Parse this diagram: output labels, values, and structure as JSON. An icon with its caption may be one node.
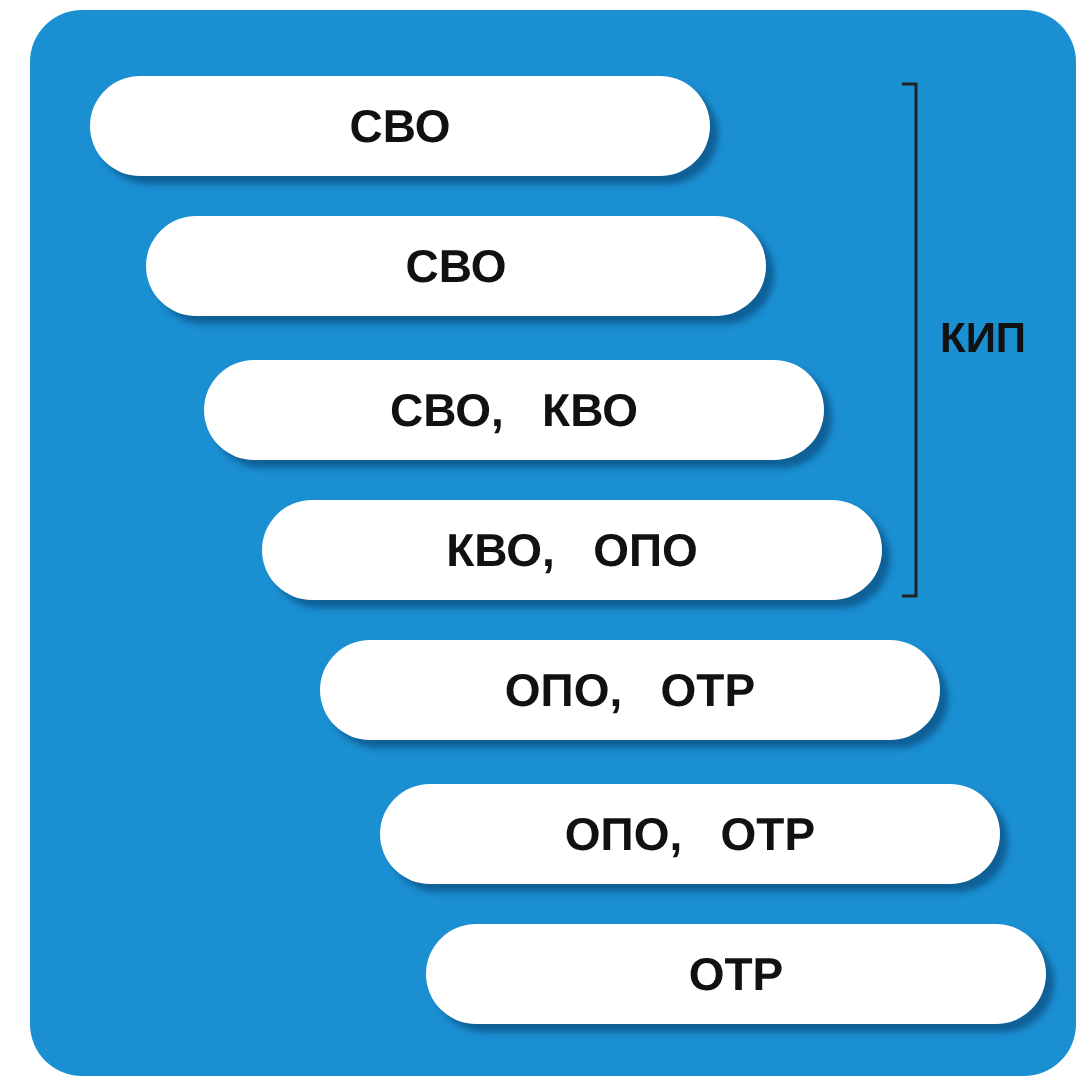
{
  "diagram": {
    "nodes": [
      {
        "text": [
          "СВО"
        ]
      },
      {
        "text": [
          "СВО"
        ]
      },
      {
        "text": [
          "СВО,   КВО"
        ]
      },
      {
        "text": [
          "КВО,   ОПО"
        ]
      },
      {
        "text": [
          "ОПО,   ОТР"
        ]
      },
      {
        "text": [
          "ОПО,   ОТР"
        ]
      },
      {
        "text": [
          "ОТР"
        ]
      }
    ],
    "labels": [
      "КИП"
    ]
  }
}
